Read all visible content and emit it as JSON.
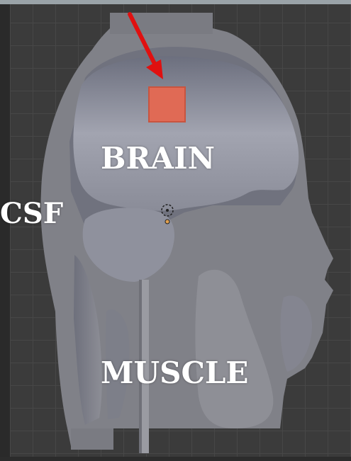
{
  "labels": {
    "brain": "BRAIN",
    "csf": "CSF",
    "muscle": "MUSCLE"
  },
  "icons": {
    "arrow": "red-arrow-icon",
    "marker": "red-square-marker",
    "cursor": "3d-cursor-icon"
  },
  "colors": {
    "viewport_bg": "#3b3b3b",
    "csf_layer": "#808188",
    "brain": "#9496a2",
    "muscle": "#8c8c92",
    "arrow": "#e01010",
    "marker": "#e06a55",
    "label_text": "#ffffff"
  }
}
